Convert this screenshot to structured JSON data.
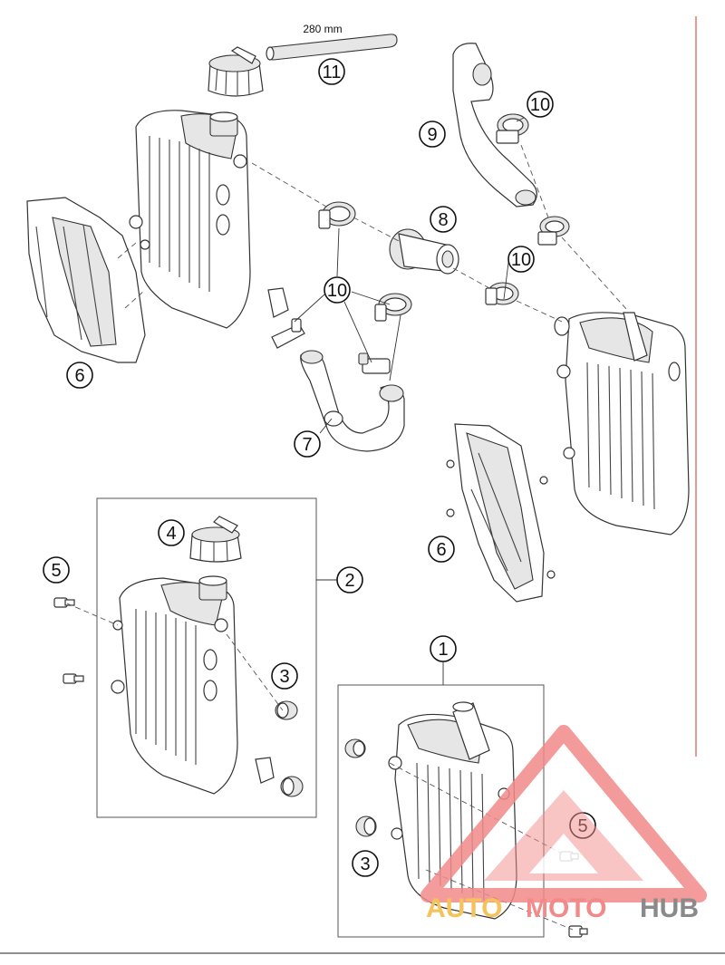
{
  "hose_length_label": "280 mm",
  "callouts": {
    "c1": "1",
    "c2": "2",
    "c3a": "3",
    "c3b": "3",
    "c4": "4",
    "c5a": "5",
    "c5b": "5",
    "c6a": "6",
    "c6b": "6",
    "c7": "7",
    "c8": "8",
    "c9": "9",
    "c10a": "10",
    "c10b": "10",
    "c10c": "10",
    "c11": "11"
  },
  "watermark": {
    "text_auto": "AUTO",
    "text_moto": "MOTO",
    "text_hub": "HUB",
    "color_primary": "#f28a8a",
    "color_secondary": "#f5c35a",
    "color_hub": "#8a8a8a"
  },
  "colors": {
    "margin_line": "#e05050"
  }
}
